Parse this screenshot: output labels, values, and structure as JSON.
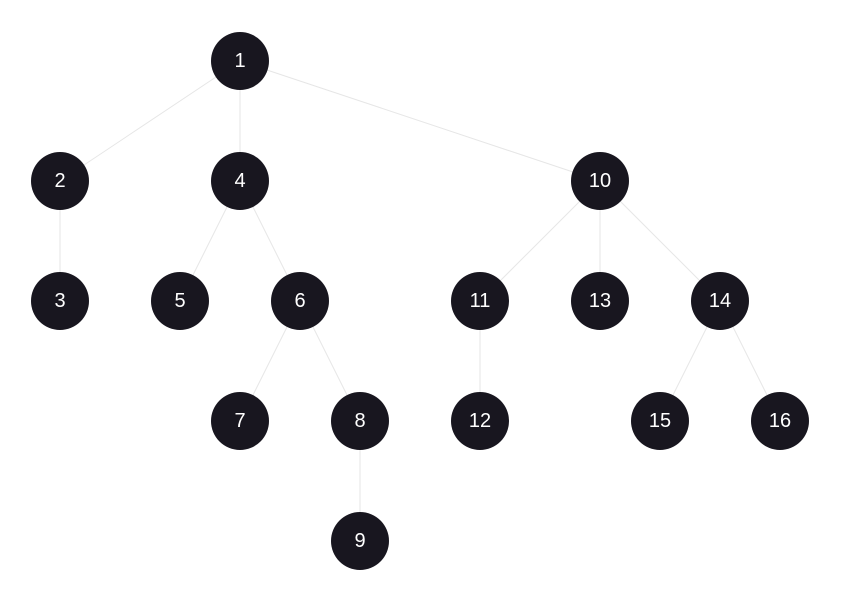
{
  "tree": {
    "node_color": "#18161f",
    "label_color": "#ffffff",
    "edge_color": "#e6e6e6",
    "nodes": [
      {
        "id": "1",
        "label": "1"
      },
      {
        "id": "2",
        "label": "2"
      },
      {
        "id": "3",
        "label": "3"
      },
      {
        "id": "4",
        "label": "4"
      },
      {
        "id": "5",
        "label": "5"
      },
      {
        "id": "6",
        "label": "6"
      },
      {
        "id": "7",
        "label": "7"
      },
      {
        "id": "8",
        "label": "8"
      },
      {
        "id": "9",
        "label": "9"
      },
      {
        "id": "10",
        "label": "10"
      },
      {
        "id": "11",
        "label": "11"
      },
      {
        "id": "12",
        "label": "12"
      },
      {
        "id": "13",
        "label": "13"
      },
      {
        "id": "14",
        "label": "14"
      },
      {
        "id": "15",
        "label": "15"
      },
      {
        "id": "16",
        "label": "16"
      }
    ],
    "edges": [
      [
        "1",
        "2"
      ],
      [
        "1",
        "4"
      ],
      [
        "1",
        "10"
      ],
      [
        "2",
        "3"
      ],
      [
        "4",
        "5"
      ],
      [
        "4",
        "6"
      ],
      [
        "6",
        "7"
      ],
      [
        "6",
        "8"
      ],
      [
        "8",
        "9"
      ],
      [
        "10",
        "11"
      ],
      [
        "10",
        "13"
      ],
      [
        "10",
        "14"
      ],
      [
        "11",
        "12"
      ],
      [
        "14",
        "15"
      ],
      [
        "14",
        "16"
      ]
    ]
  }
}
